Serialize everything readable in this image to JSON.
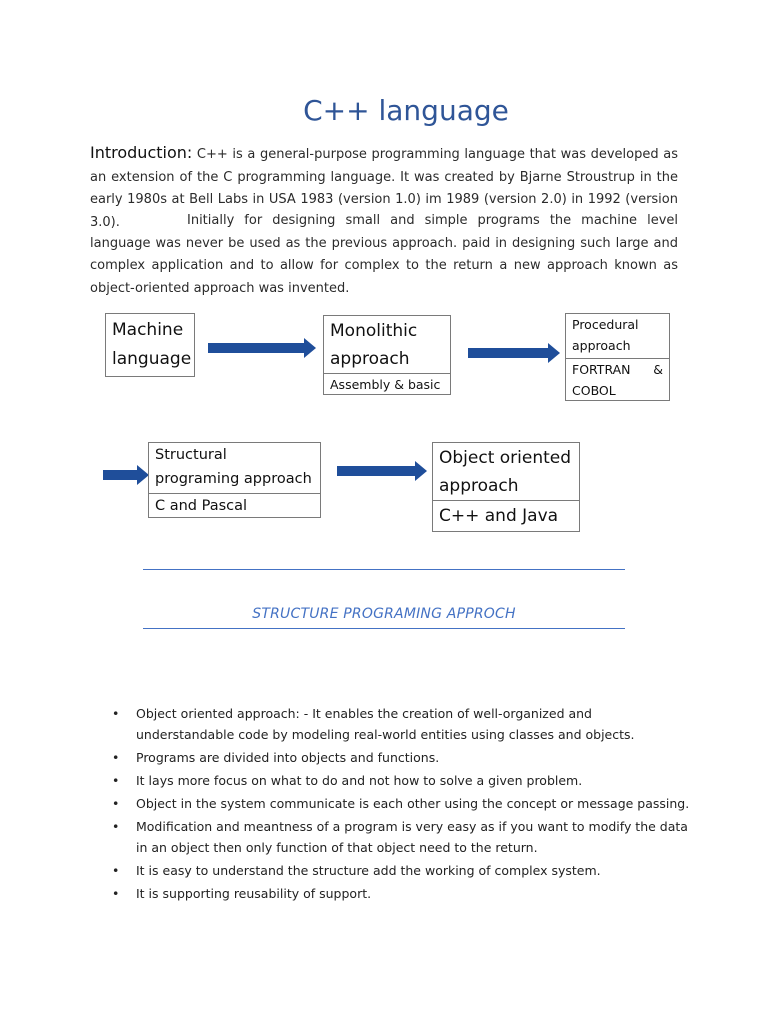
{
  "title": "C++ language",
  "intro": {
    "label": "Introduction:",
    "text": " C++ is a general-purpose programming language that was developed as an extension of the C programming language. It was created by Bjarne Stroustrup in the early 1980s at Bell Labs in USA 1983 (version 1.0) im 1989 (version 2.0) in 1992 (version 3.0).",
    "para2": "Initially for designing small and simple programs the machine level language was never be used as the previous approach. paid in designing such large and complex application and to allow for complex to the return a new approach known as object-oriented approach was invented."
  },
  "diagram": {
    "machine": "Machine language",
    "monolithic_top": "Monolithic approach",
    "monolithic_bottom": "Assembly & basic",
    "procedural_top": "Procedural approach",
    "procedural_bottom": "FORTRAN & COBOL",
    "structural_top": "Structural programing approach",
    "structural_bottom": "C and Pascal",
    "oop_top": "Object oriented approach",
    "oop_bottom": "C++ and Java"
  },
  "subheading": "STRUCTURE PROGRAMING APPROCH",
  "bullets": [
    "Object oriented approach: - It enables the creation of well-organized and understandable code by modeling real-world entities using classes and objects.",
    "Programs are divided into objects and functions.",
    "It lays more focus on what to do and not how to solve a given problem.",
    "Object in the system communicate is each other using the concept or message passing.",
    "Modification and meantness of a program is very easy as if you want to modify the data in an object then only function of that object need to the return.",
    "It is easy to understand the structure add the working of complex system.",
    "It is supporting reusability of support."
  ],
  "bullet_char": "•",
  "colors": {
    "title": "#2f5597",
    "arrow": "#1f4e9a",
    "rule": "#4472c4"
  }
}
